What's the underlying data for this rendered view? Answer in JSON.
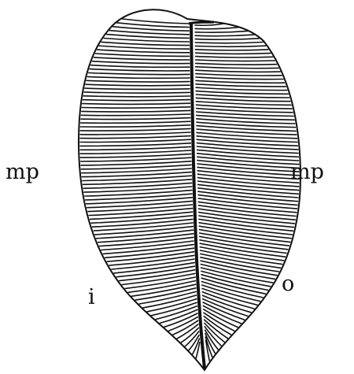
{
  "labels": {
    "mp_left": "mp",
    "mp_right": "mp",
    "inner": "i",
    "outer": "o"
  },
  "colors": {
    "ink": "#111111",
    "background": "#ffffff"
  }
}
